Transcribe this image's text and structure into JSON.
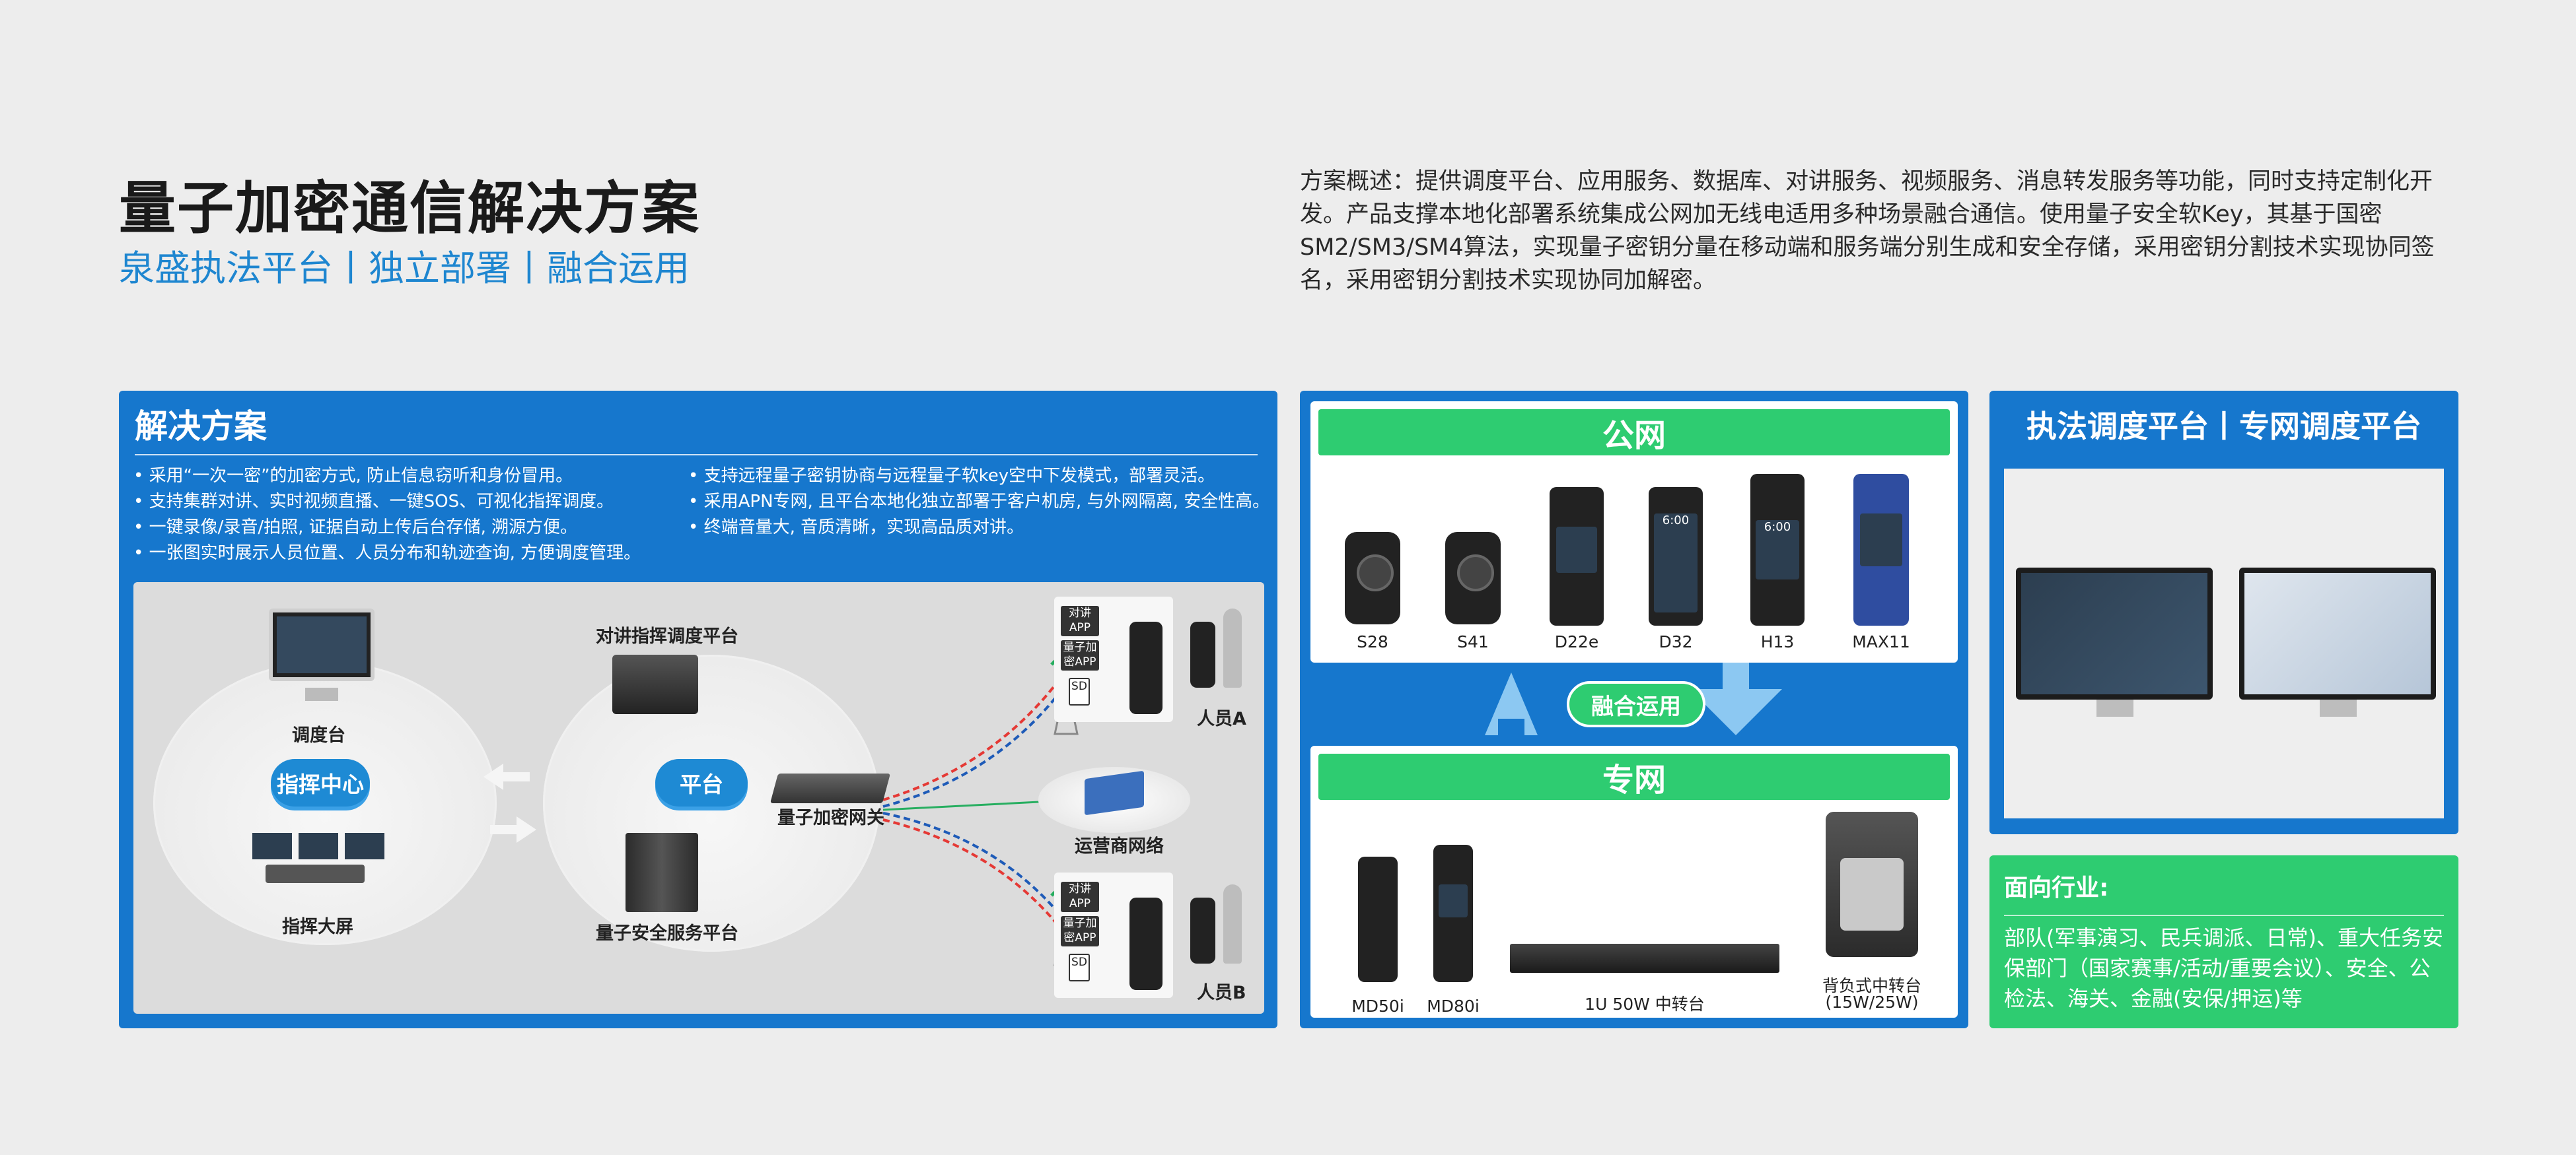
{
  "header": {
    "title": "量子加密通信解决方案",
    "subtitle": "泉盛执法平台丨独立部署丨融合运用",
    "overview": "方案概述：提供调度平台、应用服务、数据库、对讲服务、视频服务、消息转发服务等功能，同时支持定制化开发。产品支撑本地化部署系统集成公网加无线电适用多种场景融合通信。使用量子安全软Key，其基于国密SM2/SM3/SM4算法，实现量子密钥分量在移动端和服务端分别生成和安全存储，采用密钥分割技术实现协同签名，采用密钥分割技术实现协同加解密。"
  },
  "solution": {
    "title": "解决方案",
    "bullets_left": [
      "• 采用“一次一密”的加密方式, 防止信息窃听和身份冒用。",
      "• 支持集群对讲、实时视频直播、一键SOS、可视化指挥调度。",
      "• 一键录像/录音/拍照, 证据自动上传后台存储, 溯源方便。",
      "• 一张图实时展示人员位置、人员分布和轨迹查询, 方便调度管理。"
    ],
    "bullets_right": [
      "• 支持远程量子密钥协商与远程量子软key空中下发模式，部署灵活。",
      "• 采用APN专网, 且平台本地化独立部署于客户机房, 与外网隔离, 安全性高。",
      "• 终端音量大, 音质清晰，实现高品质对讲。"
    ],
    "diagram": {
      "console": "调度台",
      "command_center": "指挥中心",
      "big_screen": "指挥大屏",
      "dispatch_platform": "对讲指挥调度平台",
      "platform": "平台",
      "gateway": "量子加密网关",
      "security_platform": "量子安全服务平台",
      "operator_network": "运营商网络",
      "app_intercom": "对讲APP",
      "app_quantum": "量子加密APP",
      "sd": "SD",
      "person_a": "人员A",
      "person_b": "人员B"
    }
  },
  "networks": {
    "public_title": "公网",
    "private_title": "专网",
    "fusion": "融合运用",
    "public_devices": [
      "S28",
      "S41",
      "D22e",
      "D32",
      "H13",
      "MAX11"
    ],
    "private_devices": [
      "MD50i",
      "MD80i",
      "1U 50W 中转台"
    ],
    "backpack_line1": "背负式中转台",
    "backpack_line2": "(15W/25W)",
    "screen_time": "6:00"
  },
  "dispatch": {
    "title": "执法调度平台丨专网调度平台"
  },
  "industry": {
    "title": "面向行业:",
    "text": "部队(军事演习、民兵调派、日常)、重大任务安保部门（国家赛事/活动/重要会议）、安全、公检法、海关、金融(安保/押运)等"
  },
  "colors": {
    "brand_blue": "#1677cd",
    "accent_green": "#2ecc71",
    "subtitle_blue": "#1e86d0",
    "secure_red": "#e53935",
    "secure_blue": "#1e5bb8"
  }
}
